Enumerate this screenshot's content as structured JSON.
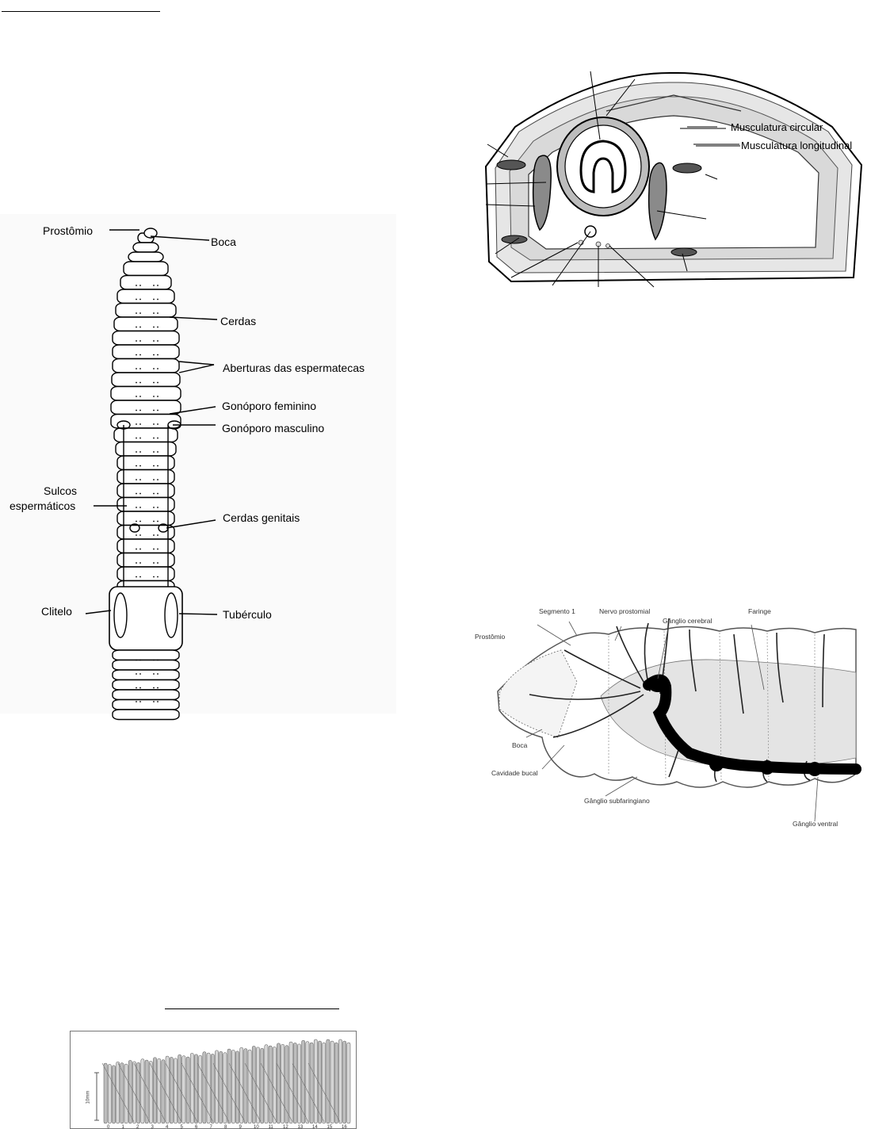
{
  "worm_external": {
    "labels": {
      "prostomio": "Prostômio",
      "boca": "Boca",
      "cerdas": "Cerdas",
      "aberturas": "Aberturas das espermatecas",
      "gonoporo_fem": "Gonóporo feminino",
      "gonoporo_masc": "Gonóporo masculino",
      "sulcos_1": "Sulcos",
      "sulcos_2": "espermáticos",
      "cerdas_genitais": "Cerdas genitais",
      "clitelo": "Clitelo",
      "tuberculo": "Tubérculo"
    }
  },
  "cross_section": {
    "labels": {
      "circular": "Musculatura circular",
      "longitudinal": "Musculatura longitudinal"
    }
  },
  "nervous_system": {
    "labels": {
      "segmento1": "Segmento 1",
      "nervo": "Nervo prostomial",
      "ganglio_cerebral": "Gânglio cerebral",
      "faringe": "Faringe",
      "prostomio": "Prostômio",
      "boca": "Boca",
      "cavidade": "Cavidade bucal",
      "subfaringiano": "Gânglio subfaringiano",
      "ventral": "Gânglio ventral"
    }
  },
  "locomotion": {
    "scale_label": "10mm",
    "tick_labels": [
      "0",
      "1",
      "2",
      "3",
      "4",
      "5",
      "6",
      "7",
      "8",
      "9",
      "10",
      "11",
      "12",
      "13",
      "14",
      "15",
      "16"
    ]
  }
}
